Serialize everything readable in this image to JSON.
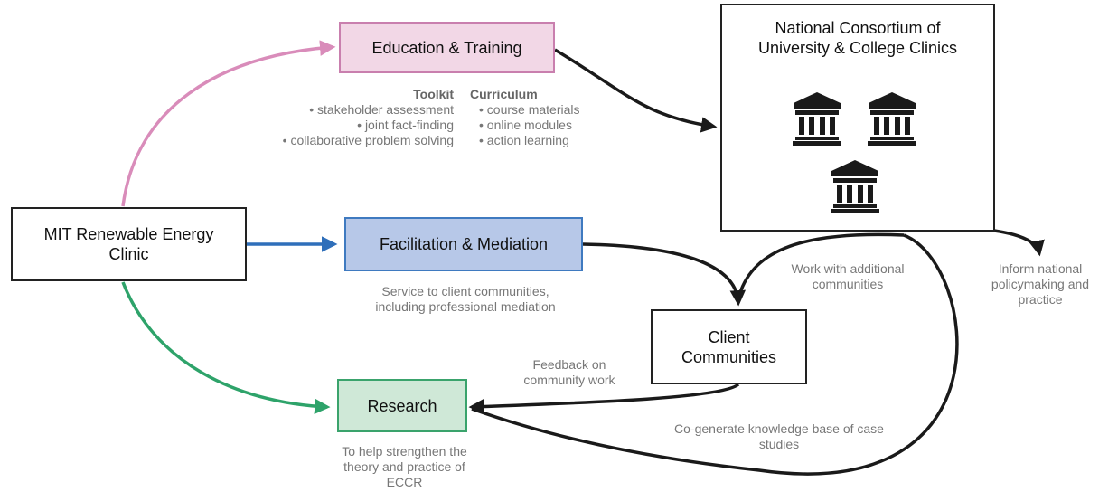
{
  "nodes": {
    "mit_clinic": "MIT Renewable Energy Clinic",
    "education": "Education & Training",
    "facilitation": "Facilitation & Mediation",
    "research": "Research",
    "consortium": "National Consortium of University & College Clinics",
    "client": "Client Communities"
  },
  "education_details": {
    "toolkit_title": "Toolkit",
    "toolkit_items": [
      "stakeholder assessment",
      "joint fact-finding",
      "collaborative problem solving"
    ],
    "curriculum_title": "Curriculum",
    "curriculum_items": [
      "course materials",
      "online modules",
      "action learning"
    ]
  },
  "annotations": {
    "facilitation_note": "Service to client communities, including professional mediation",
    "research_note": "To help strengthen the theory and practice of ECCR",
    "feedback": "Feedback on community work",
    "work_additional": "Work with additional communities",
    "inform_policy": "Inform national policymaking and practice",
    "cogenerate": "Co-generate knowledge base of case studies"
  },
  "icons": [
    "institution-building-icon",
    "institution-building-icon",
    "institution-building-icon"
  ],
  "colors": {
    "education_fill": "#f2d7e6",
    "education_border": "#c97fae",
    "education_arrow": "#d98cba",
    "facilitation_fill": "#b7c8e8",
    "facilitation_border": "#3f7ac0",
    "facilitation_arrow": "#2f6fba",
    "research_fill": "#cfe8d7",
    "research_border": "#3aa36c",
    "research_arrow": "#2ea36a",
    "dark": "#1a1a1a"
  }
}
